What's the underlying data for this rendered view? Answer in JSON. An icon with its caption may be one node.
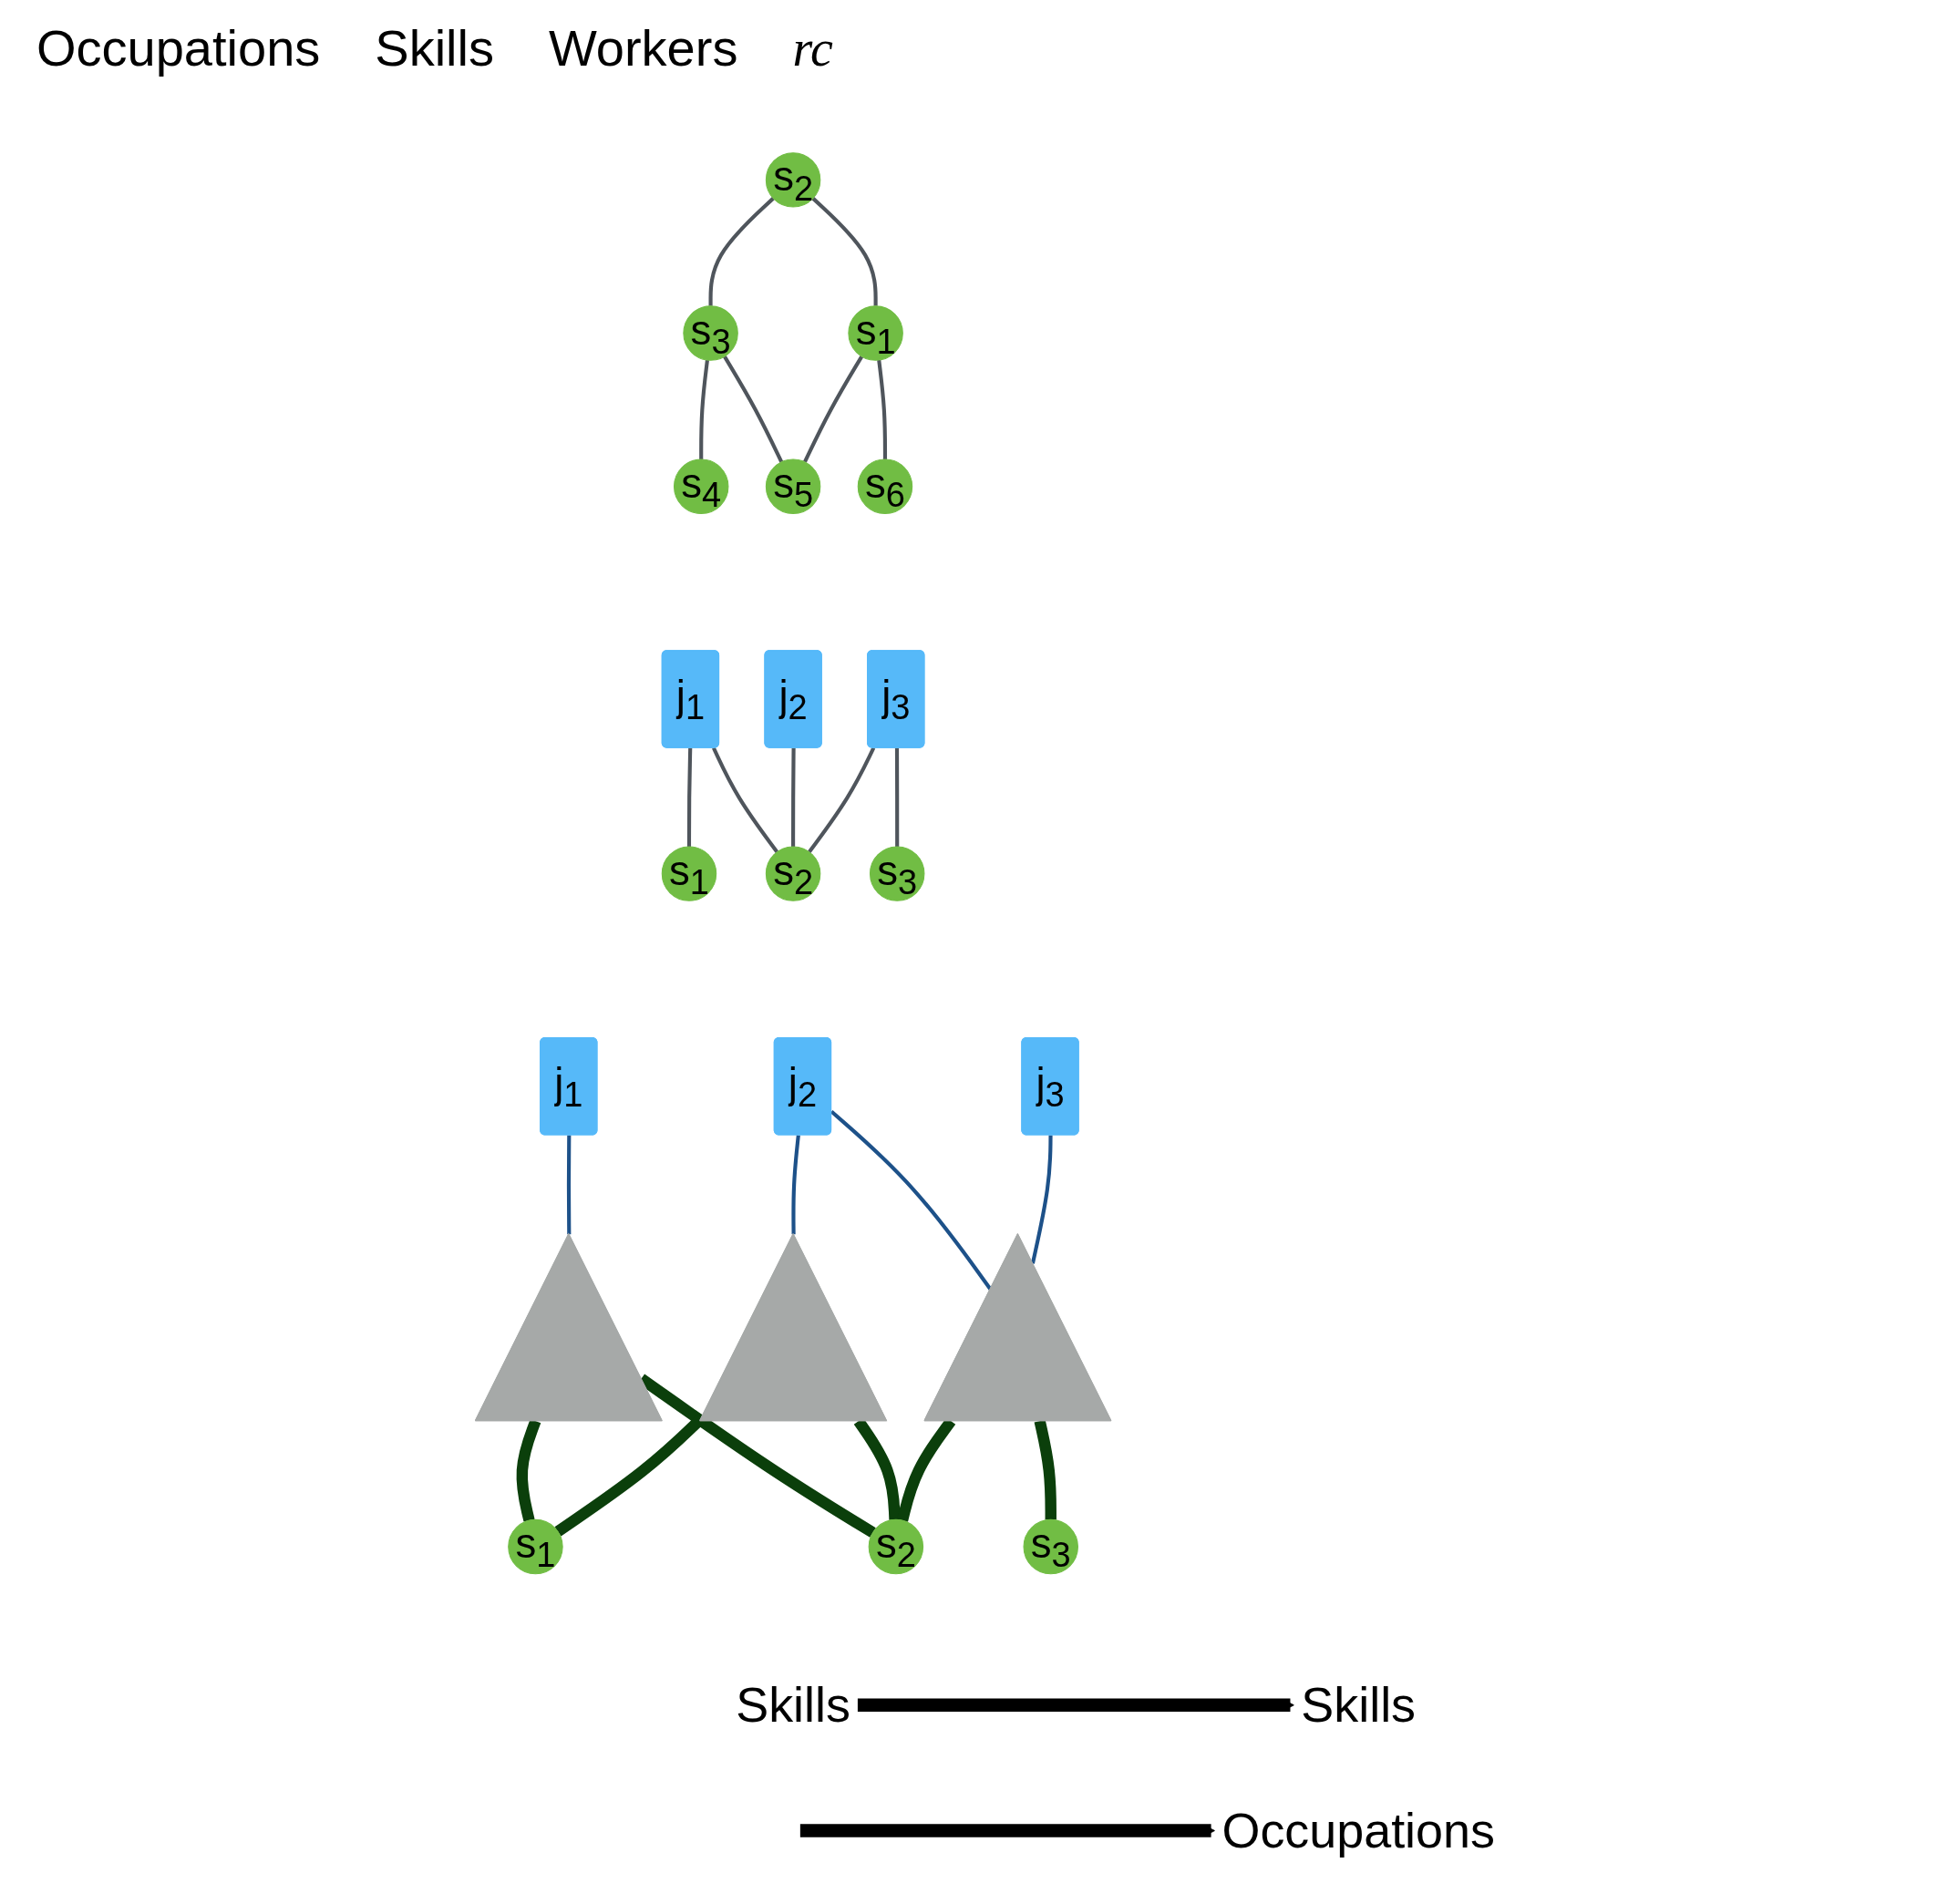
{
  "diagram": {
    "nodes": [
      {
        "text": [
          "j$_{1}$"
        ]
      },
      {
        "text": [
          "j$_{2}$"
        ]
      },
      {
        "text": [
          "j$_{3}$"
        ]
      },
      {
        "text": [],
        "shape": "triangle"
      },
      {
        "text": [],
        "shape": "triangle"
      },
      {
        "text": [],
        "shape": "triangle"
      },
      {
        "text": [
          "s$_{1}$"
        ]
      },
      {
        "text": [
          "s$_{2}$"
        ]
      },
      {
        "text": [
          "s$_{3}$"
        ]
      },
      {
        "text": [
          "Occupations"
        ]
      },
      {
        "text": [
          "Skills"
        ]
      },
      {
        "text": [
          "j$_{1}$"
        ]
      },
      {
        "text": [
          "j$_{2}$"
        ]
      },
      {
        "text": [
          "j$_{3}$"
        ]
      },
      {
        "text": [
          "s$_{1}$"
        ]
      },
      {
        "text": [
          "s$_{2}$"
        ]
      },
      {
        "text": [
          "s$_{3}$"
        ]
      },
      {
        "text": [
          "Skills"
        ]
      },
      {
        "text": [
          "s$_{2}$"
        ]
      },
      {
        "text": [
          "s$_{1}$"
        ]
      },
      {
        "text": [
          "s$_{3}$"
        ]
      },
      {
        "text": [
          "s$_{4}$"
        ]
      },
      {
        "text": [
          "s$_{5}$"
        ]
      },
      {
        "text": [
          "s$_{6}$"
        ]
      }
    ],
    "edges": [
      {
        "from": 0,
        "to": 3,
        "arrow": "none",
        "color": "#1d5189"
      },
      {
        "from": 1,
        "to": 4,
        "arrow": "none",
        "color": "#1d5189"
      },
      {
        "from": 1,
        "to": 5,
        "arrow": "none",
        "color": "#1d5189"
      },
      {
        "from": 2,
        "to": 5,
        "arrow": "none",
        "color": "#1d5189"
      },
      {
        "from": 3,
        "to": 6,
        "arrow": "none",
        "style": "thick",
        "color": "#0b3f0b"
      },
      {
        "from": 3,
        "to": 7,
        "arrow": "none",
        "style": "thick",
        "color": "#0b3f0b"
      },
      {
        "from": 4,
        "to": 6,
        "arrow": "none",
        "style": "thick",
        "color": "#0b3f0b"
      },
      {
        "from": 4,
        "to": 7,
        "arrow": "none",
        "style": "thick",
        "color": "#0b3f0b"
      },
      {
        "from": 5,
        "to": 7,
        "arrow": "none",
        "style": "thick",
        "color": "#0b3f0b"
      },
      {
        "from": 5,
        "to": 8,
        "arrow": "none",
        "style": "thick",
        "color": "#0b3f0b"
      },
      {
        "from": null,
        "to": 9,
        "arrow": "to",
        "style": "thick",
        "color": "#000000"
      },
      {
        "from": 10,
        "to": 17,
        "arrow": "to",
        "style": "thick",
        "color": "#000000"
      },
      {
        "from": 11,
        "to": 14,
        "arrow": "none"
      },
      {
        "from": 11,
        "to": 15,
        "arrow": "none"
      },
      {
        "from": 12,
        "to": 15,
        "arrow": "none"
      },
      {
        "from": 13,
        "to": 15,
        "arrow": "none"
      },
      {
        "from": 13,
        "to": 16,
        "arrow": "none"
      },
      {
        "from": 18,
        "to": 19,
        "arrow": "none"
      },
      {
        "from": 18,
        "to": 20,
        "arrow": "none"
      },
      {
        "from": 20,
        "to": 21,
        "arrow": "none"
      },
      {
        "from": 20,
        "to": 22,
        "arrow": "none"
      },
      {
        "from": 19,
        "to": 22,
        "arrow": "none"
      },
      {
        "from": 19,
        "to": 23,
        "arrow": "none"
      }
    ],
    "labels": [
      "Occupations",
      "Skills",
      "Workers",
      "rc"
    ]
  }
}
